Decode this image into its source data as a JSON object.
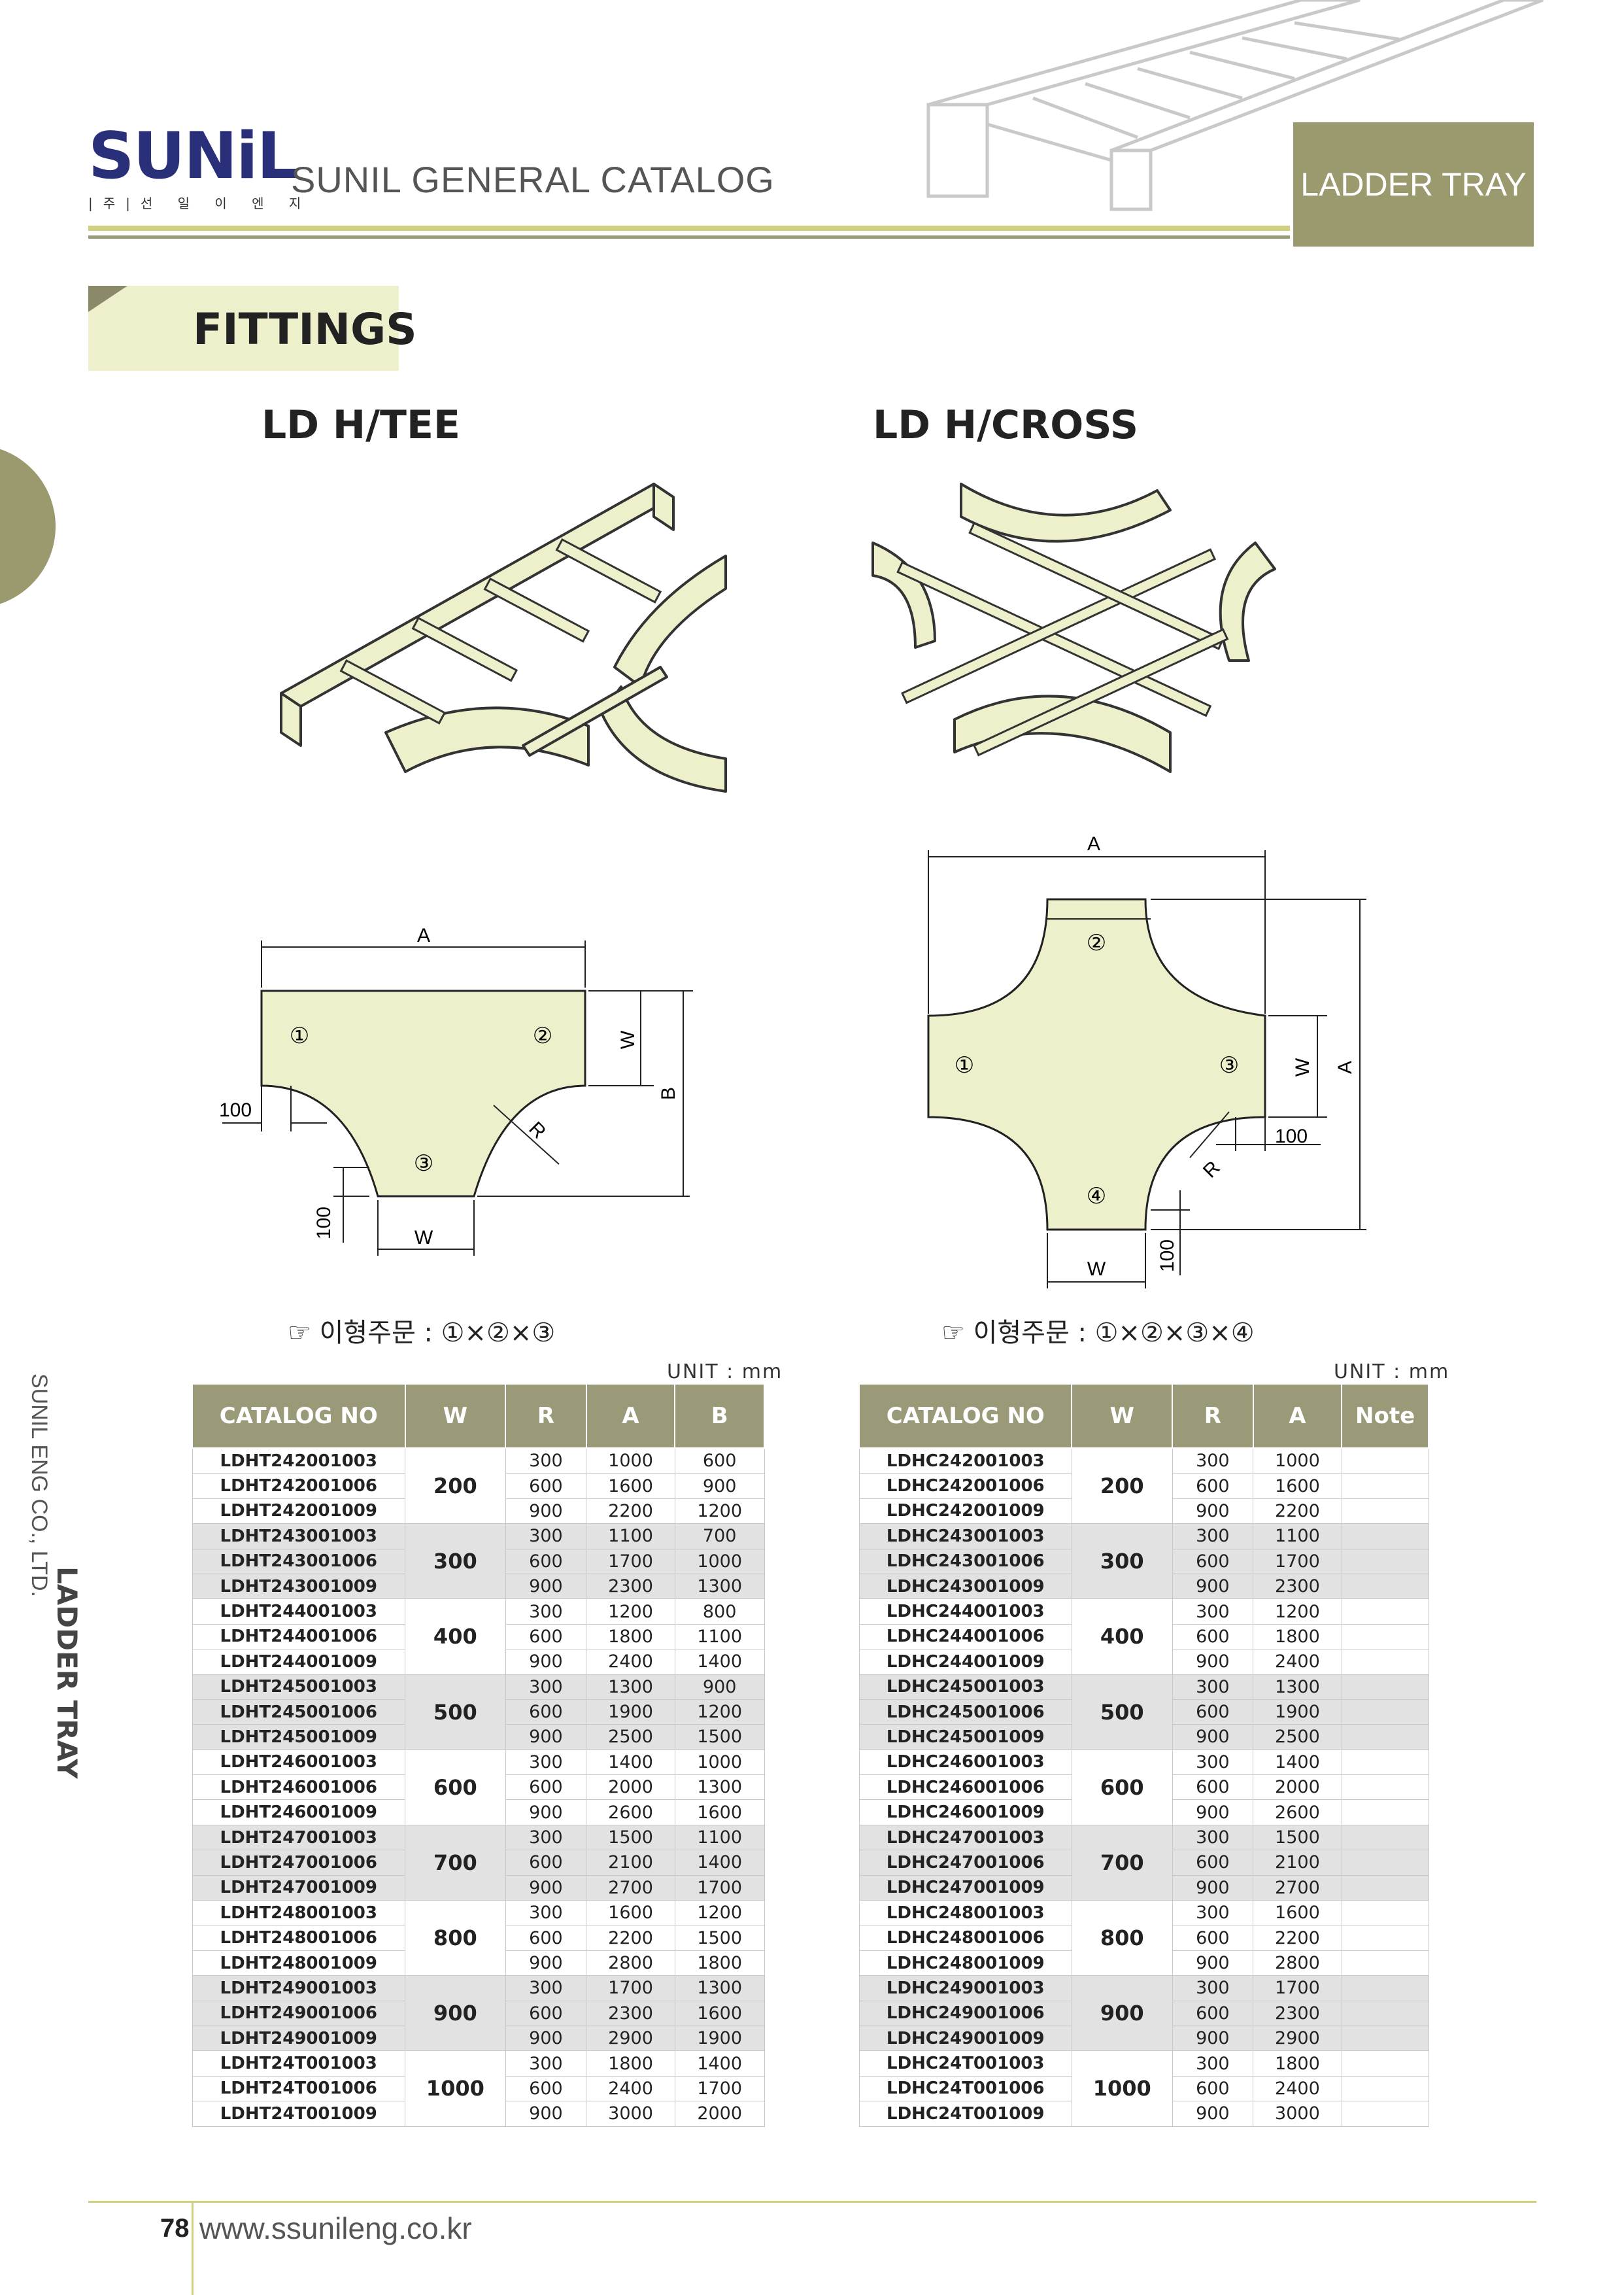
{
  "header": {
    "logo_text": "SUNiL",
    "logo_sub": "|주|선 일 이 엔 지",
    "catalog_title": "SUNIL GENERAL CATALOG",
    "section_label": "LADDER TRAY"
  },
  "fittings_label": "FITTINGS",
  "side_text": {
    "company": "SUNIL ENG CO., LTD.",
    "section": "LADDER TRAY"
  },
  "tee": {
    "title": "LD H/TEE",
    "dim": {
      "a": "A",
      "w_top": "W",
      "b": "B",
      "r": "R",
      "w_bottom": "W",
      "d100_left": "100",
      "d100_bottom": "100"
    },
    "markers": [
      "①",
      "②",
      "③"
    ],
    "order_note": "☞ 이형주문 : ①×②×③",
    "unit": "UNIT : mm",
    "headers": [
      "CATALOG NO",
      "W",
      "R",
      "A",
      "B"
    ],
    "groups": [
      {
        "w": "200",
        "rows": [
          [
            "LDHT242001003",
            "300",
            "1000",
            "600"
          ],
          [
            "LDHT242001006",
            "600",
            "1600",
            "900"
          ],
          [
            "LDHT242001009",
            "900",
            "2200",
            "1200"
          ]
        ]
      },
      {
        "w": "300",
        "rows": [
          [
            "LDHT243001003",
            "300",
            "1100",
            "700"
          ],
          [
            "LDHT243001006",
            "600",
            "1700",
            "1000"
          ],
          [
            "LDHT243001009",
            "900",
            "2300",
            "1300"
          ]
        ]
      },
      {
        "w": "400",
        "rows": [
          [
            "LDHT244001003",
            "300",
            "1200",
            "800"
          ],
          [
            "LDHT244001006",
            "600",
            "1800",
            "1100"
          ],
          [
            "LDHT244001009",
            "900",
            "2400",
            "1400"
          ]
        ]
      },
      {
        "w": "500",
        "rows": [
          [
            "LDHT245001003",
            "300",
            "1300",
            "900"
          ],
          [
            "LDHT245001006",
            "600",
            "1900",
            "1200"
          ],
          [
            "LDHT245001009",
            "900",
            "2500",
            "1500"
          ]
        ]
      },
      {
        "w": "600",
        "rows": [
          [
            "LDHT246001003",
            "300",
            "1400",
            "1000"
          ],
          [
            "LDHT246001006",
            "600",
            "2000",
            "1300"
          ],
          [
            "LDHT246001009",
            "900",
            "2600",
            "1600"
          ]
        ]
      },
      {
        "w": "700",
        "rows": [
          [
            "LDHT247001003",
            "300",
            "1500",
            "1100"
          ],
          [
            "LDHT247001006",
            "600",
            "2100",
            "1400"
          ],
          [
            "LDHT247001009",
            "900",
            "2700",
            "1700"
          ]
        ]
      },
      {
        "w": "800",
        "rows": [
          [
            "LDHT248001003",
            "300",
            "1600",
            "1200"
          ],
          [
            "LDHT248001006",
            "600",
            "2200",
            "1500"
          ],
          [
            "LDHT248001009",
            "900",
            "2800",
            "1800"
          ]
        ]
      },
      {
        "w": "900",
        "rows": [
          [
            "LDHT249001003",
            "300",
            "1700",
            "1300"
          ],
          [
            "LDHT249001006",
            "600",
            "2300",
            "1600"
          ],
          [
            "LDHT249001009",
            "900",
            "2900",
            "1900"
          ]
        ]
      },
      {
        "w": "1000",
        "rows": [
          [
            "LDHT24T001003",
            "300",
            "1800",
            "1400"
          ],
          [
            "LDHT24T001006",
            "600",
            "2400",
            "1700"
          ],
          [
            "LDHT24T001009",
            "900",
            "3000",
            "2000"
          ]
        ]
      }
    ]
  },
  "cross": {
    "title": "LD H/CROSS",
    "dim": {
      "a_top": "A",
      "w_right": "W",
      "a_right": "A",
      "r": "R",
      "w_bottom": "W",
      "d100_right": "100",
      "d100_bottom": "100"
    },
    "markers": [
      "①",
      "②",
      "③",
      "④"
    ],
    "order_note": "☞ 이형주문 : ①×②×③×④",
    "unit": "UNIT : mm",
    "headers": [
      "CATALOG NO",
      "W",
      "R",
      "A",
      "Note"
    ],
    "groups": [
      {
        "w": "200",
        "rows": [
          [
            "LDHC242001003",
            "300",
            "1000",
            ""
          ],
          [
            "LDHC242001006",
            "600",
            "1600",
            ""
          ],
          [
            "LDHC242001009",
            "900",
            "2200",
            ""
          ]
        ]
      },
      {
        "w": "300",
        "rows": [
          [
            "LDHC243001003",
            "300",
            "1100",
            ""
          ],
          [
            "LDHC243001006",
            "600",
            "1700",
            ""
          ],
          [
            "LDHC243001009",
            "900",
            "2300",
            ""
          ]
        ]
      },
      {
        "w": "400",
        "rows": [
          [
            "LDHC244001003",
            "300",
            "1200",
            ""
          ],
          [
            "LDHC244001006",
            "600",
            "1800",
            ""
          ],
          [
            "LDHC244001009",
            "900",
            "2400",
            ""
          ]
        ]
      },
      {
        "w": "500",
        "rows": [
          [
            "LDHC245001003",
            "300",
            "1300",
            ""
          ],
          [
            "LDHC245001006",
            "600",
            "1900",
            ""
          ],
          [
            "LDHC245001009",
            "900",
            "2500",
            ""
          ]
        ]
      },
      {
        "w": "600",
        "rows": [
          [
            "LDHC246001003",
            "300",
            "1400",
            ""
          ],
          [
            "LDHC246001006",
            "600",
            "2000",
            ""
          ],
          [
            "LDHC246001009",
            "900",
            "2600",
            ""
          ]
        ]
      },
      {
        "w": "700",
        "rows": [
          [
            "LDHC247001003",
            "300",
            "1500",
            ""
          ],
          [
            "LDHC247001006",
            "600",
            "2100",
            ""
          ],
          [
            "LDHC247001009",
            "900",
            "2700",
            ""
          ]
        ]
      },
      {
        "w": "800",
        "rows": [
          [
            "LDHC248001003",
            "300",
            "1600",
            ""
          ],
          [
            "LDHC248001006",
            "600",
            "2200",
            ""
          ],
          [
            "LDHC248001009",
            "900",
            "2800",
            ""
          ]
        ]
      },
      {
        "w": "900",
        "rows": [
          [
            "LDHC249001003",
            "300",
            "1700",
            ""
          ],
          [
            "LDHC249001006",
            "600",
            "2300",
            ""
          ],
          [
            "LDHC249001009",
            "900",
            "2900",
            ""
          ]
        ]
      },
      {
        "w": "1000",
        "rows": [
          [
            "LDHC24T001003",
            "300",
            "1800",
            ""
          ],
          [
            "LDHC24T001006",
            "600",
            "2400",
            ""
          ],
          [
            "LDHC24T001009",
            "900",
            "3000",
            ""
          ]
        ]
      }
    ]
  },
  "footer": {
    "page_number": "78",
    "website": "www.ssunileng.co.kr"
  },
  "colors": {
    "olive": "#9a9a78",
    "fitting_fill": "#eef0cc",
    "accent_line": "#cfcf7e",
    "logo_blue": "#2a2f7a"
  }
}
